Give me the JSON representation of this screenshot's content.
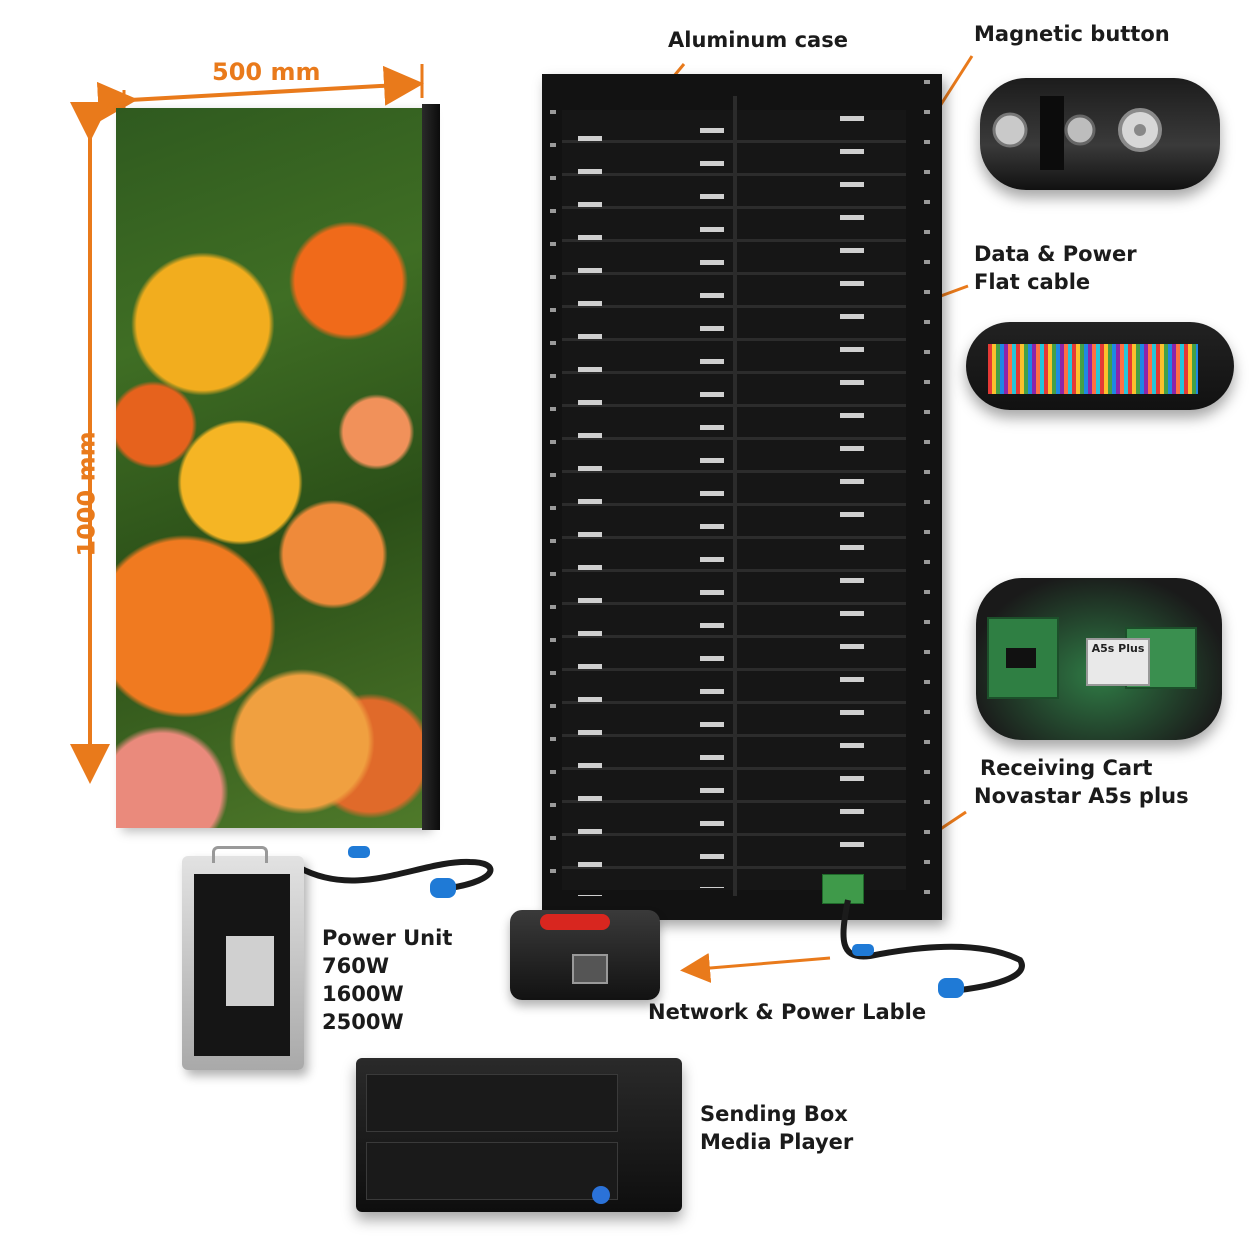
{
  "dimensions": {
    "width_label": "500 mm",
    "height_label": "1000 mm"
  },
  "labels": {
    "aluminum_case": "Aluminum case",
    "magnetic_button": "Magnetic button",
    "data_power_lines": [
      "Data & Power",
      "Flat cable"
    ],
    "receiving_lines": [
      "Receiving Cart",
      "Novastar A5s plus"
    ],
    "power_unit_lines": [
      "Power Unit",
      "760W",
      "1600W",
      "2500W"
    ],
    "network_power": "Network & Power Lable",
    "sending_lines": [
      "Sending Box",
      "Media Player"
    ]
  },
  "receiving_card_print": "A5s Plus",
  "colors": {
    "accent": "#e97a1b",
    "text": "#1b1b1b",
    "panel_dark": "#121212",
    "board_green": "#3f9a4a",
    "cable_blue": "#1f7ad6"
  }
}
